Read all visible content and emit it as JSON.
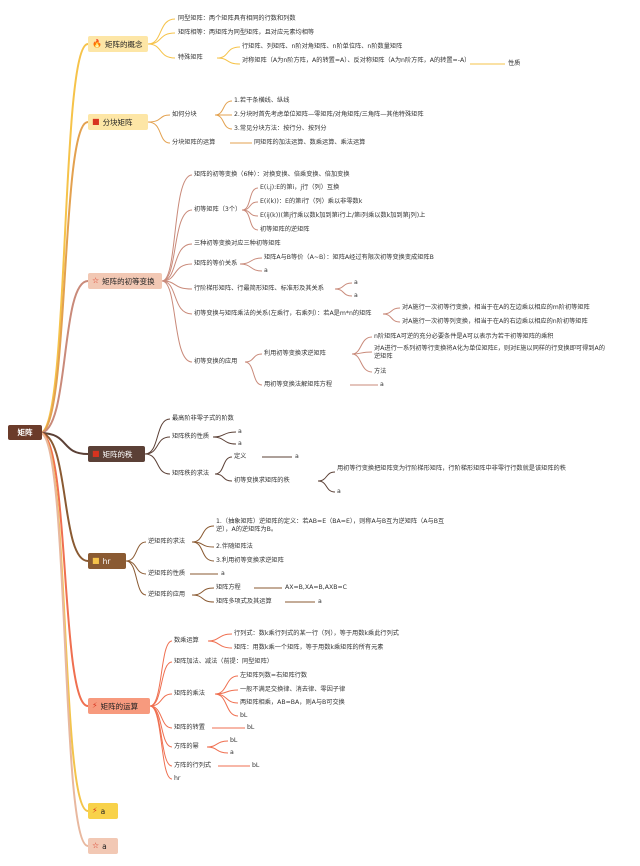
{
  "root": {
    "label": "矩阵",
    "bg": "#6b3b2a",
    "fg": "#ffffff"
  },
  "b1": {
    "label": "矩阵的概念",
    "icon": "flame-icon",
    "bg": "#fde6a6",
    "c1": "同型矩阵：两个矩阵具有相同的行数和列数",
    "c2": "矩阵相等：两矩阵为同型矩阵，且对应元素均相等",
    "c3": "特殊矩阵",
    "c3a": "行矩阵、列矩阵、n阶对角矩阵、n阶单位阵、n阶数量矩阵",
    "c3b": "对称矩阵（A为n阶方阵，A的转置=A）、反对称矩阵（A为n阶方阵，A的转置=-A）",
    "c3b1": "性质"
  },
  "b2": {
    "label": "分块矩阵",
    "icon": "flag-icon",
    "bg": "#fde6a6",
    "c1": "如何分块",
    "c1a": "1.若干条横线、纵线",
    "c1b": "2.分块时首先考虑单位矩阵—零矩阵/对角矩阵/三角阵—其他特殊矩阵",
    "c1c": "3.常见分块方法：按行分、按列分",
    "c2": "分块矩阵的运算",
    "c2a": "同矩阵的加法运算、数乘运算、乘法运算"
  },
  "b3": {
    "label": "矩阵的初等变换",
    "icon": "star-icon",
    "bg": "#f2c8b4",
    "c1": "矩阵的初等变换（6种）：对换变换、倍乘变换、倍加变换",
    "c2": "初等矩阵（3个）",
    "c2a": "E(i,j):E的第i，j行（列）互换",
    "c2b": "E(i(k))：E的第i行（列）乘以非零数k",
    "c2c": "E(ij(k))(第j行乘以数k加到第i行上/第i列乘以数k加到第j列)上",
    "c2d": "初等矩阵的逆矩阵",
    "c3": "三种初等变换对应三种初等矩阵",
    "c4": "矩阵的等价关系",
    "c4a": "矩阵A与B等价（A~B）：矩阵A经过有限次初等变换变成矩阵B",
    "c4b": "a",
    "c5": "行阶梯形矩阵、行最简形矩阵、标准形及其关系",
    "c5a": "a",
    "c5b": "a",
    "c6": "初等变换与矩阵乘法的关系(左乘行，右乘列）：若A是m*n的矩阵",
    "c6a": "对A施行一次初等行变换，相当于在A的左边乘以相应的m阶初等矩阵",
    "c6b": "对A施行一次初等列变换，相当于在A的右边乘以相应的n阶初等矩阵",
    "c7": "初等变换的应用",
    "c7a": "利用初等变换求逆矩阵",
    "c7a1": "n阶矩阵A可逆的充分必要条件是A可以表示为若干初等矩阵的乘积",
    "c7a2": "对A进行一系列初等行变换将A化为单位矩阵E，则对E施以同样的行变换即可得到A的逆矩阵",
    "c7a3": "方法",
    "c7b": "用初等变换法解矩阵方程",
    "c7b1": "a"
  },
  "b4": {
    "label": "矩阵的秩",
    "icon": "square-icon",
    "bg": "#5b4036",
    "fg": "#ffffff",
    "c1": "最高阶非零子式的阶数",
    "c2": "矩阵秩的性质",
    "c2a": "a",
    "c2b": "a",
    "c3": "矩阵秩的求法",
    "c3a": "定义",
    "c3a1": "a",
    "c3b": "初等变换求矩阵的秩",
    "c3b1": "用初等行变换把矩阵变为行阶梯形矩阵，行阶梯形矩阵中非零行行数就是该矩阵的秩",
    "c3b2": "a"
  },
  "b5": {
    "label": "hr",
    "icon": "square-icon",
    "bg": "#8a5a32",
    "fg": "#ffffff",
    "c1": "逆矩阵的求法",
    "c1a": "1.（抽象矩阵）逆矩阵的定义：若AB=E（BA=E），则称A与B互为逆矩阵（A与B互逆），A的逆矩阵为B。",
    "c1b": "2.伴随矩阵法",
    "c1c": "3.利用初等变换求逆矩阵",
    "c2": "逆矩阵的性质",
    "c2a": "a",
    "c3": "逆矩阵的应用",
    "c3a": "矩阵方程",
    "c3a1": "AX=B,XA=B,AXB=C",
    "c3b": "矩阵多项式及其运算",
    "c3b1": "a"
  },
  "b6": {
    "label": "矩阵的运算",
    "icon": "spark-icon",
    "bg": "#f79a7e",
    "c1": "数乘运算",
    "c1a": "行列式：数k乘行列式的某一行（列），等于用数k乘此行列式",
    "c1b": "矩阵：用数k乘一个矩阵，等于用数k乘矩阵的所有元素",
    "c2": "矩阵加法、减法（前提：同型矩阵）",
    "c3": "矩阵的乘法",
    "c3a": "左矩阵列数=右矩阵行数",
    "c3b": "一般不满足交换律、消去律、零因子律",
    "c3c": "两矩阵相乘，AB=BA，则A与B可交换",
    "c3d": "bL",
    "c4": "矩阵的转置",
    "c4a": "bL",
    "c5": "方阵的幂",
    "c5a": "bL",
    "c5b": "a",
    "c6": "方阵的行列式",
    "c6a": "bL",
    "c7": "hr"
  },
  "b7": {
    "label": "a",
    "icon": "spark-icon",
    "bg": "#f8d24a"
  },
  "b8": {
    "label": "a",
    "icon": "star-icon",
    "bg": "#f2c8b4"
  },
  "colors": {
    "c1": "#f6c34a",
    "c2": "#e3a14f",
    "c3": "#c98a7a",
    "c4": "#5b4036",
    "c5": "#8a5a32",
    "c6": "#ef6f50",
    "c7": "#f3c44b",
    "c8": "#e8b89f",
    "line": "#c9c9c9"
  }
}
